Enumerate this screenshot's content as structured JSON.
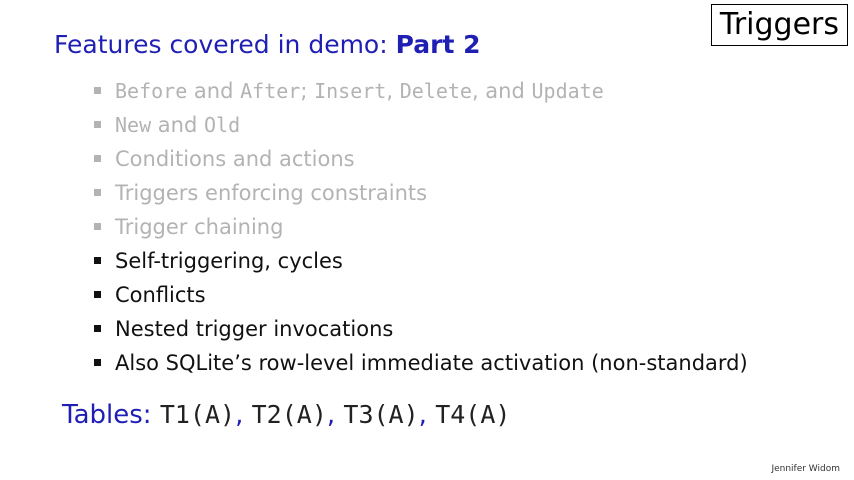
{
  "title": "Triggers",
  "heading": {
    "prefix": "Features covered in demo: ",
    "bold": "Part 2"
  },
  "bullets": [
    {
      "state": "muted",
      "parts": [
        {
          "text": "Before",
          "mono": true
        },
        {
          "text": " and ",
          "mono": false
        },
        {
          "text": "After",
          "mono": true
        },
        {
          "text": "; ",
          "mono": false
        },
        {
          "text": "Insert",
          "mono": true
        },
        {
          "text": ", ",
          "mono": false
        },
        {
          "text": "Delete",
          "mono": true
        },
        {
          "text": ", and ",
          "mono": false
        },
        {
          "text": "Update",
          "mono": true
        }
      ]
    },
    {
      "state": "muted",
      "parts": [
        {
          "text": "New",
          "mono": true
        },
        {
          "text": " and ",
          "mono": false
        },
        {
          "text": "Old",
          "mono": true
        }
      ]
    },
    {
      "state": "muted",
      "parts": [
        {
          "text": "Conditions and actions",
          "mono": false
        }
      ]
    },
    {
      "state": "muted",
      "parts": [
        {
          "text": "Triggers enforcing constraints",
          "mono": false
        }
      ]
    },
    {
      "state": "muted",
      "parts": [
        {
          "text": "Trigger chaining",
          "mono": false
        }
      ]
    },
    {
      "state": "active",
      "parts": [
        {
          "text": "Self-triggering, cycles",
          "mono": false
        }
      ]
    },
    {
      "state": "active",
      "parts": [
        {
          "text": "Conflicts",
          "mono": false
        }
      ]
    },
    {
      "state": "active",
      "parts": [
        {
          "text": "Nested trigger invocations",
          "mono": false
        }
      ]
    },
    {
      "state": "active",
      "parts": [
        {
          "text": "Also SQLite’s row-level immediate activation (non-standard)",
          "mono": false
        }
      ]
    }
  ],
  "tables": {
    "label": "Tables: ",
    "items": [
      "T1(A)",
      "T2(A)",
      "T3(A)",
      "T4(A)"
    ],
    "separator": ", "
  },
  "credit": "Jennifer Widom",
  "colors": {
    "heading": "#1f1fb4",
    "muted": "#b3b3b3",
    "active": "#111111"
  }
}
